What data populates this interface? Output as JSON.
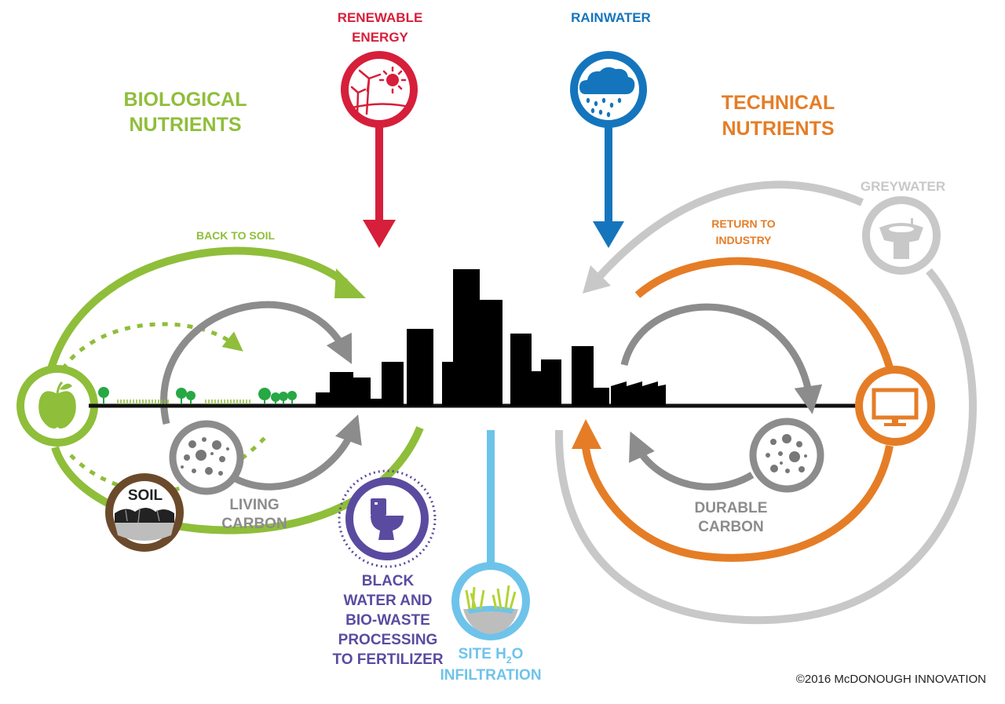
{
  "colors": {
    "green": "#8fbe3a",
    "red": "#d61f3a",
    "blue": "#1475bd",
    "orange": "#e57d26",
    "grey": "#c8c8c8",
    "darkgrey": "#8c8c8c",
    "purple": "#5a4ba0",
    "lightblue": "#6ec3ea",
    "brown": "#6b4a2b",
    "black": "#111111"
  },
  "labels": {
    "biological_line1": "BIOLOGICAL",
    "biological_line2": "NUTRIENTS",
    "renewable_line1": "RENEWABLE",
    "renewable_line2": "ENERGY",
    "rainwater": "RAINWATER",
    "technical_line1": "TECHNICAL",
    "technical_line2": "NUTRIENTS",
    "greywater": "GREYWATER",
    "return_line1": "RETURN TO",
    "return_line2": "INDUSTRY",
    "back_to_soil": "BACK TO SOIL",
    "soil": "SOIL",
    "living_line1": "LIVING",
    "living_line2": "CARBON",
    "durable_line1": "DURABLE",
    "durable_line2": "CARBON",
    "black_water_lines": [
      "BLACK",
      "WATER AND",
      "BIO-WASTE",
      "PROCESSING",
      "TO FERTILIZER"
    ],
    "site_line1_pre": "SITE H",
    "site_line1_sub": "2",
    "site_line1_post": "O",
    "site_line2": "INFILTRATION"
  },
  "copyright": "©2016 McDONOUGH INNOVATION",
  "icons": {
    "apple": "apple-icon",
    "soil": "soil-icon",
    "living_carbon": "living-carbon-icon",
    "toilet": "toilet-icon",
    "wetland": "wetland-icon",
    "durable_carbon": "durable-carbon-icon",
    "monitor": "monitor-icon",
    "sink": "sink-icon",
    "wind_sun": "wind-sun-icon",
    "cloud_rain": "cloud-rain-icon"
  }
}
